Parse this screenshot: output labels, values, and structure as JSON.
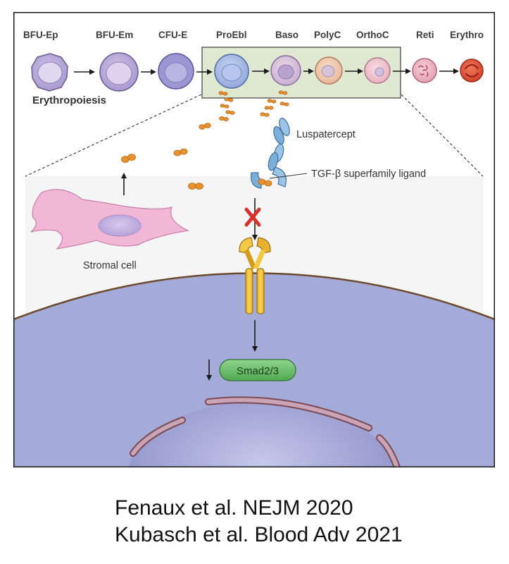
{
  "stages": [
    "BFU-Ep",
    "BFU-Em",
    "CFU-E",
    "ProEbl",
    "Baso",
    "PolyC",
    "OrthoC",
    "Reti",
    "Erythro"
  ],
  "process_label": "Erythropoiesis",
  "drug_label": "Luspatercept",
  "ligand_label": "TGF-β superfamily ligand",
  "stromal_label": "Stromal cell",
  "smad_label": "Smad2/3",
  "references": [
    "Fenaux et al. NEJM 2020",
    "Kubasch et al. Blood Adv 2021"
  ],
  "colors": {
    "inhibit_x": "#d8322e",
    "smad": "#5cb85c",
    "cell_membrane": "#a2a8d6",
    "stromal": "#f2b7d6",
    "ligand": "#e8922e",
    "luspatercept": "#7bafd9",
    "receptor": "#f2c23a",
    "highlight_box": "#dfe9d1"
  }
}
